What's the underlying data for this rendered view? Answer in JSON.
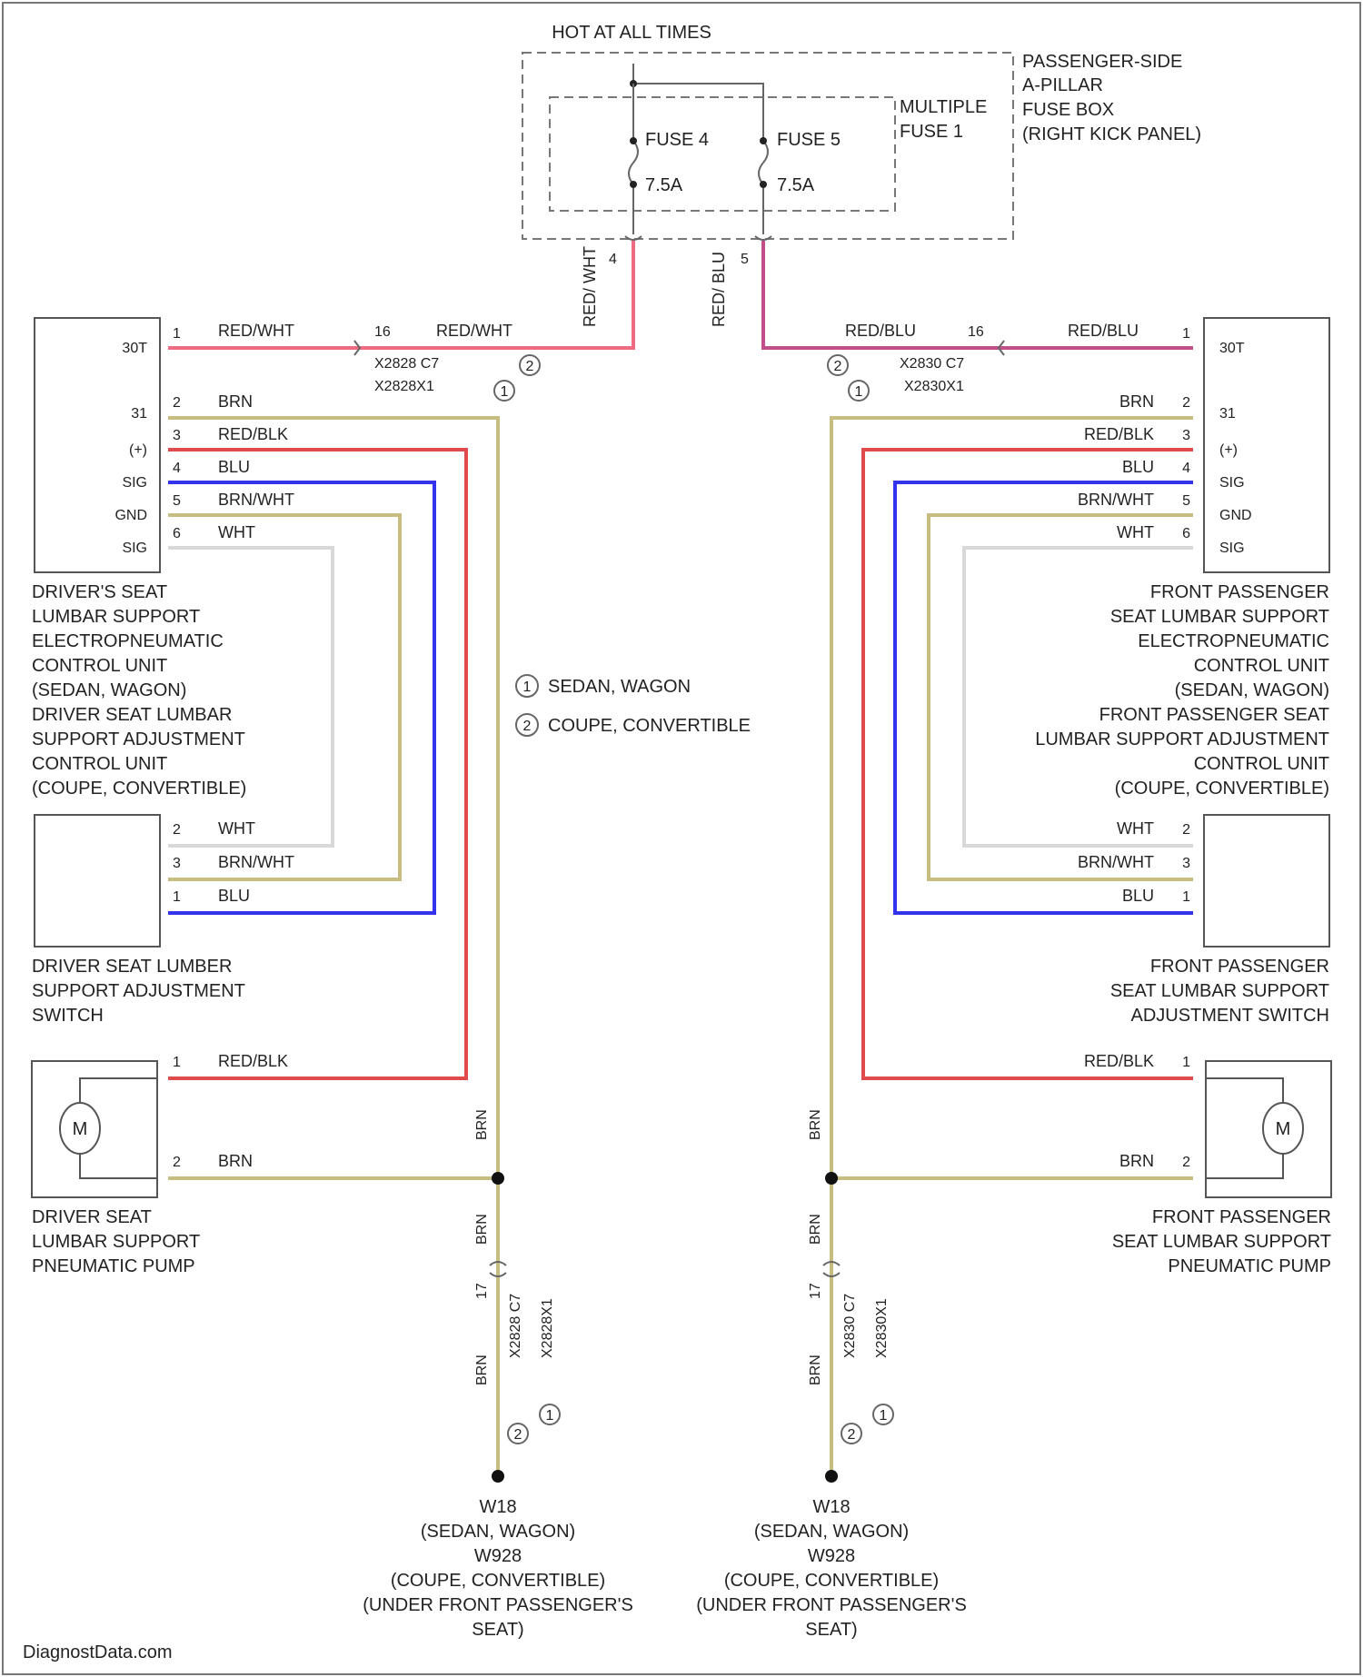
{
  "hot_label": "HOT AT ALL TIMES",
  "fuse_box": {
    "label": [
      "PASSENGER-SIDE",
      "A-PILLAR",
      "FUSE BOX",
      "(RIGHT KICK PANEL)"
    ],
    "multi_fuse_label": [
      "MULTIPLE",
      "FUSE 1"
    ],
    "fuse_left": {
      "name": "FUSE 4",
      "rating": "7.5A",
      "term": "4"
    },
    "fuse_right": {
      "name": "FUSE 5",
      "rating": "7.5A",
      "term": "5"
    }
  },
  "wire_colors": {
    "RED/WHT": "#f06a82",
    "RED/BLU": "#c0508a",
    "BRN": "#c8bd80",
    "RED/BLK": "#e04a4a",
    "BLU": "#3333ee",
    "BRN/WHT": "#c8bd80",
    "WHT": "#d8d8d8"
  },
  "feed_left": {
    "vertical_label": "RED/ WHT",
    "splice_pin": "16",
    "connector": [
      "X2828 C7",
      "X2828X1"
    ],
    "notes": [
      "2",
      "1"
    ]
  },
  "feed_right": {
    "vertical_label": "RED/ BLU",
    "splice_pin": "16",
    "connector": [
      "X2830 C7",
      "X2830X1"
    ],
    "notes": [
      "2",
      "1"
    ]
  },
  "left_unit": {
    "terminals": [
      "30T",
      "31",
      "(+)",
      "SIG",
      "GND",
      "SIG"
    ],
    "pins": [
      {
        "num": "1",
        "wire": "RED/WHT"
      },
      {
        "num": "2",
        "wire": "BRN"
      },
      {
        "num": "3",
        "wire": "RED/BLK"
      },
      {
        "num": "4",
        "wire": "BLU"
      },
      {
        "num": "5",
        "wire": "BRN/WHT"
      },
      {
        "num": "6",
        "wire": "WHT"
      }
    ],
    "feed_wire_label": "RED/WHT",
    "label": [
      "DRIVER'S SEAT",
      "LUMBAR SUPPORT",
      "ELECTROPNEUMATIC",
      "CONTROL UNIT",
      "(SEDAN, WAGON)",
      "DRIVER SEAT LUMBAR",
      "SUPPORT ADJUSTMENT",
      "CONTROL UNIT",
      "(COUPE, CONVERTIBLE)"
    ]
  },
  "right_unit": {
    "terminals": [
      "30T",
      "31",
      "(+)",
      "SIG",
      "GND",
      "SIG"
    ],
    "pins": [
      {
        "num": "1",
        "wire": "RED/BLU"
      },
      {
        "num": "2",
        "wire": "BRN"
      },
      {
        "num": "3",
        "wire": "RED/BLK"
      },
      {
        "num": "4",
        "wire": "BLU"
      },
      {
        "num": "5",
        "wire": "BRN/WHT"
      },
      {
        "num": "6",
        "wire": "WHT"
      }
    ],
    "feed_wire_label": "RED/BLU",
    "label": [
      "FRONT PASSENGER",
      "SEAT LUMBAR SUPPORT",
      "ELECTROPNEUMATIC",
      "CONTROL UNIT",
      "(SEDAN, WAGON)",
      "FRONT PASSENGER SEAT",
      "LUMBAR SUPPORT ADJUSTMENT",
      "CONTROL UNIT",
      "(COUPE, CONVERTIBLE)"
    ]
  },
  "left_switch": {
    "pins": [
      {
        "num": "2",
        "wire": "WHT"
      },
      {
        "num": "3",
        "wire": "BRN/WHT"
      },
      {
        "num": "1",
        "wire": "BLU"
      }
    ],
    "label": [
      "DRIVER SEAT LUMBER",
      "SUPPORT ADJUSTMENT",
      "SWITCH"
    ]
  },
  "right_switch": {
    "pins": [
      {
        "num": "2",
        "wire": "WHT"
      },
      {
        "num": "3",
        "wire": "BRN/WHT"
      },
      {
        "num": "1",
        "wire": "BLU"
      }
    ],
    "label": [
      "FRONT PASSENGER",
      "SEAT LUMBAR SUPPORT",
      "ADJUSTMENT SWITCH"
    ]
  },
  "left_pump": {
    "motor": "M",
    "pins": [
      {
        "num": "1",
        "wire": "RED/BLK"
      },
      {
        "num": "2",
        "wire": "BRN"
      }
    ],
    "label": [
      "DRIVER SEAT",
      "LUMBAR SUPPORT",
      "PNEUMATIC PUMP"
    ]
  },
  "right_pump": {
    "motor": "M",
    "pins": [
      {
        "num": "1",
        "wire": "RED/BLK"
      },
      {
        "num": "2",
        "wire": "BRN"
      }
    ],
    "label": [
      "FRONT PASSENGER",
      "SEAT LUMBAR SUPPORT",
      "PNEUMATIC PUMP"
    ]
  },
  "legend": [
    {
      "num": "1",
      "text": "SEDAN, WAGON"
    },
    {
      "num": "2",
      "text": "COUPE, CONVERTIBLE"
    }
  ],
  "ground_left": {
    "wire_label": "BRN",
    "pin": "17",
    "connector": "X2828 C7",
    "connector2": "X2828X1",
    "notes": [
      "1",
      "2"
    ],
    "label": [
      "W18",
      "(SEDAN, WAGON)",
      "W928",
      "(COUPE, CONVERTIBLE)",
      "(UNDER FRONT PASSENGER'S",
      "SEAT)"
    ]
  },
  "ground_right": {
    "wire_label": "BRN",
    "pin": "17",
    "connector": "X2830 C7",
    "connector2": "X2830X1",
    "notes": [
      "1",
      "2"
    ],
    "label": [
      "W18",
      "(SEDAN, WAGON)",
      "W928",
      "(COUPE, CONVERTIBLE)",
      "(UNDER FRONT PASSENGER'S",
      "SEAT)"
    ]
  },
  "watermark": "DiagnostData.com"
}
